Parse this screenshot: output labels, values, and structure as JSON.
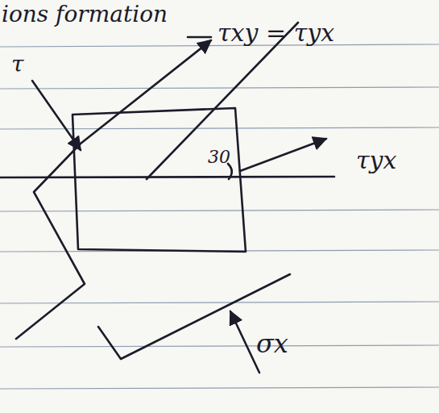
{
  "diagram": {
    "labels": [
      "ions formation",
      "τ",
      "τxy = τyx",
      "τyx",
      "30",
      "σx"
    ]
  }
}
